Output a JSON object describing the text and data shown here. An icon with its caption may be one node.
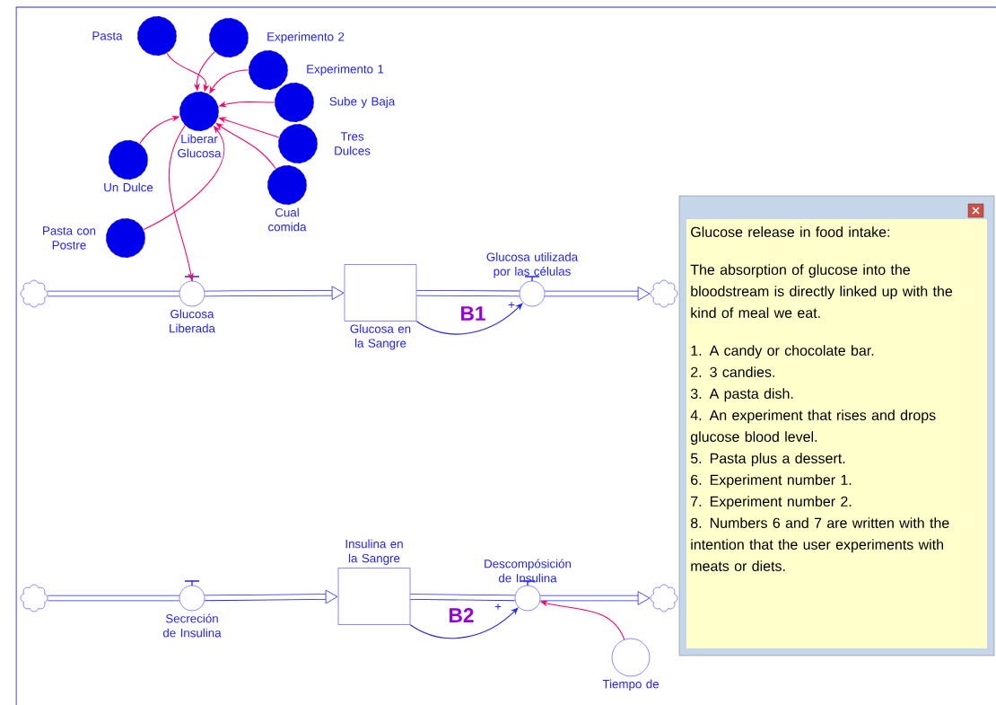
{
  "diagram": {
    "nodes": [
      {
        "text": [
          "Pasta"
        ]
      },
      {
        "text": [
          "Experimento 2"
        ]
      },
      {
        "text": [
          "Experimento 1"
        ]
      },
      {
        "text": [
          "Sube y Baja"
        ]
      },
      {
        "text": [
          "Liberar Glucosa"
        ]
      },
      {
        "text": [
          "Tres Dulces"
        ]
      },
      {
        "text": [
          "Un Dulce"
        ]
      },
      {
        "text": [
          "Cual comida"
        ]
      },
      {
        "text": [
          "Pasta con Postre"
        ]
      },
      {
        "text": [],
        "shape": "cloud"
      },
      {
        "text": [
          "Glucosa Liberada"
        ]
      },
      {
        "text": [
          "Glucosa en la Sangre"
        ]
      },
      {
        "text": [
          "Glucosa utilizada por las células"
        ]
      },
      {
        "text": [],
        "shape": "cloud"
      },
      {
        "text": [],
        "shape": "cloud"
      },
      {
        "text": [
          "Secreción de Insulina"
        ]
      },
      {
        "text": [
          "Insulina en la Sangre"
        ]
      },
      {
        "text": [
          "Descompósición de Insulina"
        ]
      },
      {
        "text": [],
        "shape": "cloud"
      },
      {
        "text": [
          "Tiempo de"
        ]
      },
      {
        "text": [
          "Glucose release in food intake:",
          "The absorption of glucose into the bloodstream is directly linked up with the kind of meal we eat.",
          "1. A candy or chocolate bar.",
          "2. 3 candies.",
          "3. A pasta dish.",
          "4. An experiment that rises and drops glucose blood level.",
          "5. Pasta plus a dessert.",
          "6. Experiment number 1.",
          "7. Experiment number 2.",
          "8. Numbers 6 and 7 are written with the intention that the user experiments with meats or diets."
        ]
      }
    ],
    "edges": [
      {
        "from": 0,
        "to": 4,
        "arrow": "to",
        "color": "#ff0066"
      },
      {
        "from": 1,
        "to": 4,
        "arrow": "to",
        "color": "#ff0066"
      },
      {
        "from": 2,
        "to": 4,
        "arrow": "to",
        "color": "#ff0066"
      },
      {
        "from": 3,
        "to": 4,
        "arrow": "to",
        "color": "#ff0066"
      },
      {
        "from": 5,
        "to": 4,
        "arrow": "to",
        "color": "#ff0066"
      },
      {
        "from": 7,
        "to": 4,
        "arrow": "to",
        "color": "#ff0066"
      },
      {
        "from": 6,
        "to": 4,
        "arrow": "to",
        "color": "#ff0066"
      },
      {
        "from": 8,
        "to": 4,
        "arrow": "to",
        "color": "#ff0066"
      },
      {
        "from": 4,
        "to": 10,
        "arrow": "to",
        "color": "#ff0066"
      },
      {
        "from": 19,
        "to": 17,
        "arrow": "to",
        "color": "#ff0066"
      },
      {
        "from": 9,
        "to": 10,
        "arrow": "none",
        "style": "thick",
        "color": "#2222ff"
      },
      {
        "from": 10,
        "to": 11,
        "arrow": "to",
        "style": "thick",
        "color": "#2222ff"
      },
      {
        "from": 11,
        "to": 12,
        "arrow": "none",
        "style": "thick",
        "color": "#2222ff"
      },
      {
        "from": 12,
        "to": 13,
        "arrow": "to",
        "style": "thick",
        "color": "#2222ff"
      },
      {
        "from": 14,
        "to": 15,
        "arrow": "none",
        "style": "thick",
        "color": "#2222ff"
      },
      {
        "from": 15,
        "to": 16,
        "arrow": "to",
        "style": "thick",
        "color": "#2222ff"
      },
      {
        "from": 16,
        "to": 17,
        "arrow": "none",
        "style": "thick",
        "color": "#2222ff"
      },
      {
        "from": 17,
        "to": 18,
        "arrow": "to",
        "style": "thick",
        "color": "#2222ff"
      },
      {
        "from": 11,
        "to": 12,
        "arrow": "to",
        "label": "+",
        "color": "#2222ff"
      },
      {
        "from": 16,
        "to": 17,
        "arrow": "to",
        "label": "+",
        "color": "#2222ff"
      }
    ],
    "labels": [
      "B1",
      "B2"
    ]
  }
}
